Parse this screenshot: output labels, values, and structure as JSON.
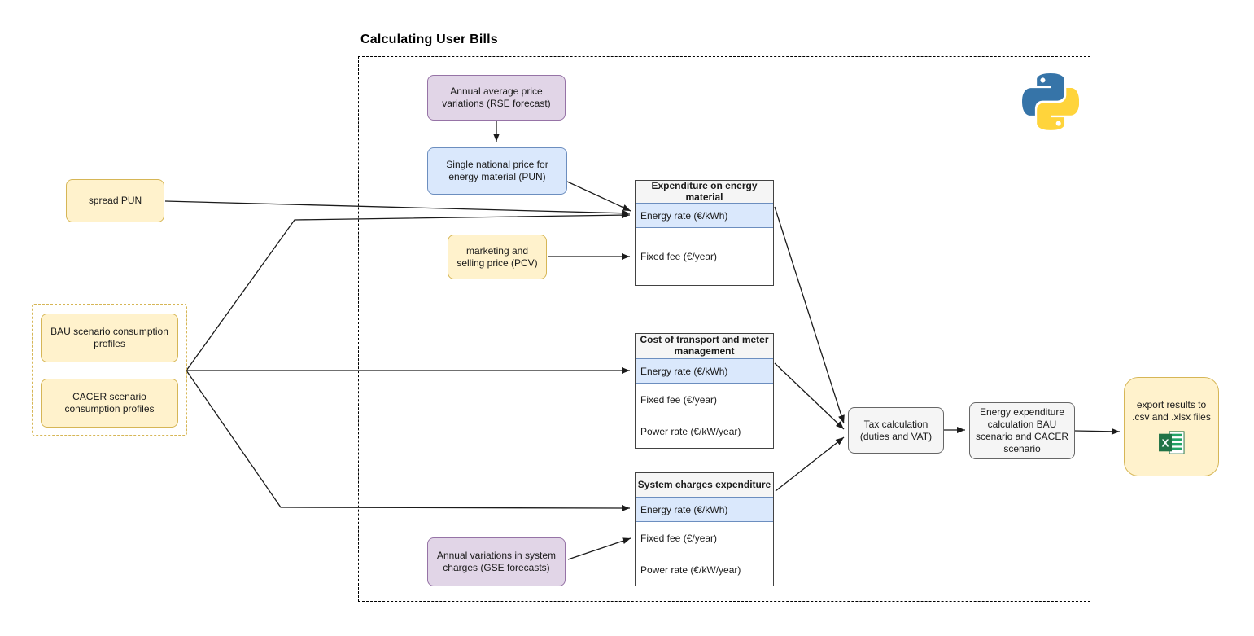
{
  "title": "Calculating User Bills",
  "colors": {
    "yellow_fill": "#FFF2CC",
    "yellow_stroke": "#D6B656",
    "purple_fill": "#E1D5E7",
    "purple_stroke": "#9673A6",
    "blue_fill": "#DAE8FC",
    "blue_stroke": "#6C8EBF",
    "gray_fill": "#F5F5F5",
    "gray_stroke": "#666666",
    "excel_green": "#217346",
    "python_blue": "#3674A8",
    "python_yellow": "#FFD43B"
  },
  "nodes": {
    "rse_forecast": "Annual average price variations (RSE forecast)",
    "pun": "Single national price for energy material (PUN)",
    "spread_pun": "spread PUN",
    "pcv": "marketing and selling price (PCV)",
    "bau_profiles": "BAU scenario consumption profiles",
    "cacer_profiles": "CACER scenario consumption profiles",
    "gse_forecasts": "Annual variations in system charges (GSE forecasts)",
    "tax": "Tax calculation (duties and VAT)",
    "energy_expenditure": "Energy expenditure calculation BAU scenario and CACER scenario",
    "export_results": "export results to .csv and .xlsx files"
  },
  "tables": [
    {
      "title": "Expenditure on energy material",
      "rows": [
        "Energy rate (€/kWh)",
        "Fixed fee (€/year)"
      ]
    },
    {
      "title": "Cost of transport and meter management",
      "rows": [
        "Energy rate (€/kWh)",
        "Fixed fee (€/year)",
        "Power rate (€/kW/year)"
      ]
    },
    {
      "title": "System charges expenditure",
      "rows": [
        "Energy rate (€/kWh)",
        "Fixed fee (€/year)",
        "Power rate (€/kW/year)"
      ]
    }
  ],
  "icons": {
    "python": "python-logo",
    "excel": "excel-spreadsheet-icon"
  }
}
